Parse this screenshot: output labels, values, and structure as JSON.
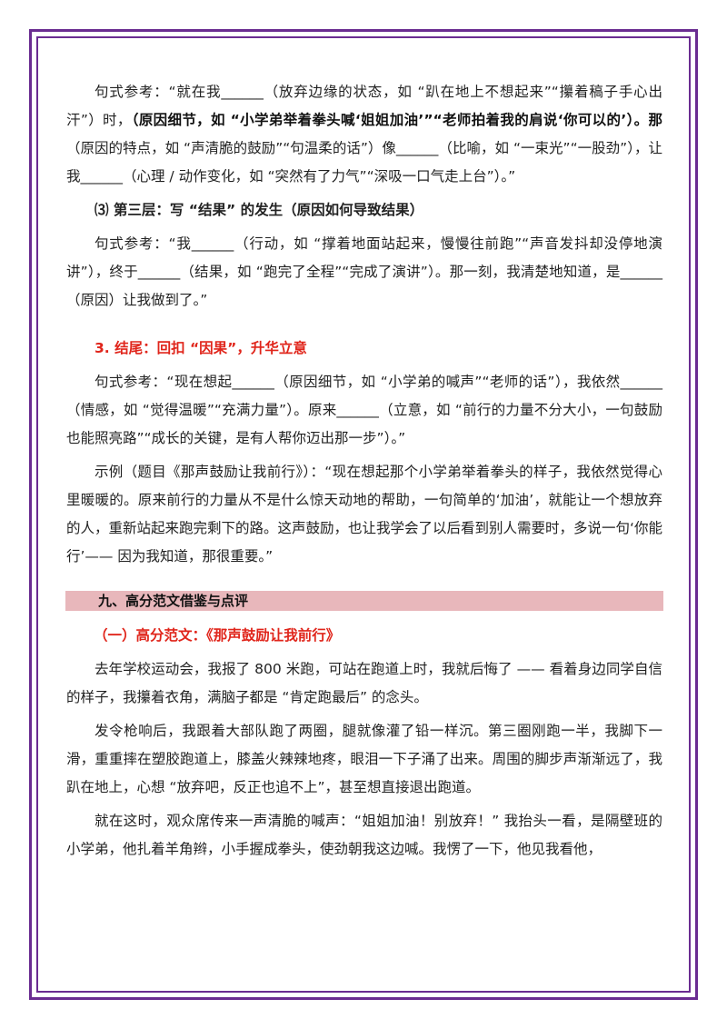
{
  "para1": {
    "a": "句式参考：“就在我______（放弃边缘的状态，如 “趴在地上不想起来”“攥着稿子手心出汗”）时，",
    "b": "（原因细节，如 “小学弟举着拳头喊‘姐姐加油’”“老师拍着我的肩说‘你可以的’）。那",
    "c": "（原因的特点，如 “声清脆的鼓励”“句温柔的话”）像______（比喻，如 “一束光”“一股劲”），让我______（心理 / 动作变化，如 “突然有了力气”“深吸一口气走上台”）。”"
  },
  "layer3_heading": "⑶ 第三层：写 “结果” 的发生（原因如何导致结果）",
  "para2": "句式参考：“我______（行动，如 “撑着地面站起来，慢慢往前跑”“声音发抖却没停地演讲”），终于______（结果，如 “跑完了全程”“完成了演讲”）。那一刻，我清楚地知道，是______（原因）让我做到了。”",
  "heading3": "3. 结尾：回扣 “因果”，升华立意",
  "para3": "句式参考：“现在想起______（原因细节，如 “小学弟的喊声”“老师的话”），我依然______（情感，如 “觉得温暖”“充满力量”）。原来______（立意，如 “前行的力量不分大小，一句鼓励也能照亮路”“成长的关键，是有人帮你迈出那一步”）。”",
  "para4": "示例（题目《那声鼓励让我前行》）：“现在想起那个小学弟举着拳头的样子，我依然觉得心里暖暖的。原来前行的力量从不是什么惊天动地的帮助，一句简单的‘加油’，就能让一个想放弃的人，重新站起来跑完剩下的路。这声鼓励，也让我学会了以后看到别人需要时，多说一句‘你能行’—— 因为我知道，那很重要。”",
  "section9": "九、高分范文借鉴与点评",
  "sub1": "（一）高分范文：《那声鼓励让我前行》",
  "essay": [
    "去年学校运动会，我报了 800 米跑，可站在跑道上时，我就后悔了 —— 看着身边同学自信的样子，我攥着衣角，满脑子都是 “肯定跑最后” 的念头。",
    "发令枪响后，我跟着大部队跑了两圈，腿就像灌了铅一样沉。第三圈刚跑一半，我脚下一滑，重重摔在塑胶跑道上，膝盖火辣辣地疼，眼泪一下子涌了出来。周围的脚步声渐渐远了，我趴在地上，心想 “放弃吧，反正也追不上”，甚至想直接退出跑道。",
    "就在这时，观众席传来一声清脆的喊声：“姐姐加油！别放弃！” 我抬头一看，是隔壁班的小学弟，他扎着羊角辫，小手握成拳头，使劲朝我这边喊。我愣了一下，他见我看他，"
  ]
}
